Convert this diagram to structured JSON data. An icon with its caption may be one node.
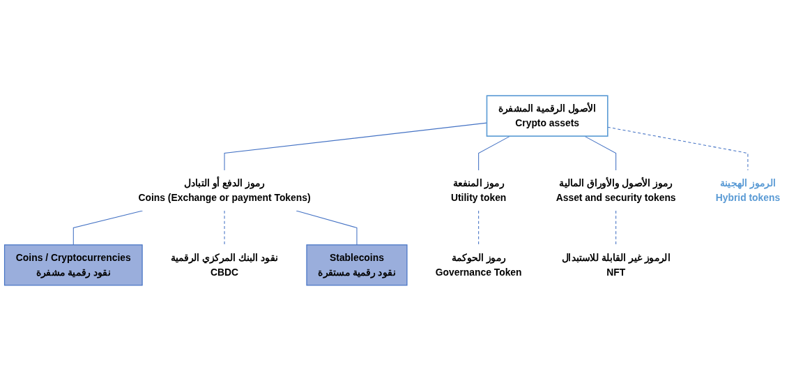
{
  "diagram": {
    "nodes": [
      {
        "text": [
          "الأصول الرقمية المشفرة",
          "Crypto assets"
        ]
      },
      {
        "text": [
          "رموز الدفع أو التبادل",
          "Coins (Exchange or payment Tokens)"
        ]
      },
      {
        "text": [
          "رموز المنفعة",
          "Utility token"
        ]
      },
      {
        "text": [
          "رموز الأصول والأوراق المالية",
          "Asset and security tokens"
        ]
      },
      {
        "text": [
          "الرموز الهجينة",
          "Hybrid tokens"
        ]
      },
      {
        "text": [
          "Coins / Cryptocurrencies",
          "نقود رقمية مشفرة"
        ]
      },
      {
        "text": [
          "نقود البنك المركزي الرقمية",
          "CBDC"
        ]
      },
      {
        "text": [
          "Stablecoins",
          "نقود رقمية مستقرة"
        ]
      },
      {
        "text": [
          "رموز الحوكمة",
          "Governance Token"
        ]
      },
      {
        "text": [
          "الرموز غير القابلة للاستبدال",
          "NFT"
        ]
      }
    ],
    "edges": [
      {
        "from": 0,
        "to": 1,
        "arrow": "none"
      },
      {
        "from": 0,
        "to": 2,
        "arrow": "none"
      },
      {
        "from": 0,
        "to": 3,
        "arrow": "none"
      },
      {
        "from": 0,
        "to": 4,
        "arrow": "none",
        "style": "dashed"
      },
      {
        "from": 1,
        "to": 5,
        "arrow": "none"
      },
      {
        "from": 1,
        "to": 6,
        "arrow": "none",
        "style": "dashed"
      },
      {
        "from": 1,
        "to": 7,
        "arrow": "none"
      },
      {
        "from": 2,
        "to": 8,
        "arrow": "none",
        "style": "dashed"
      },
      {
        "from": 3,
        "to": 9,
        "arrow": "none",
        "style": "dashed"
      }
    ]
  }
}
